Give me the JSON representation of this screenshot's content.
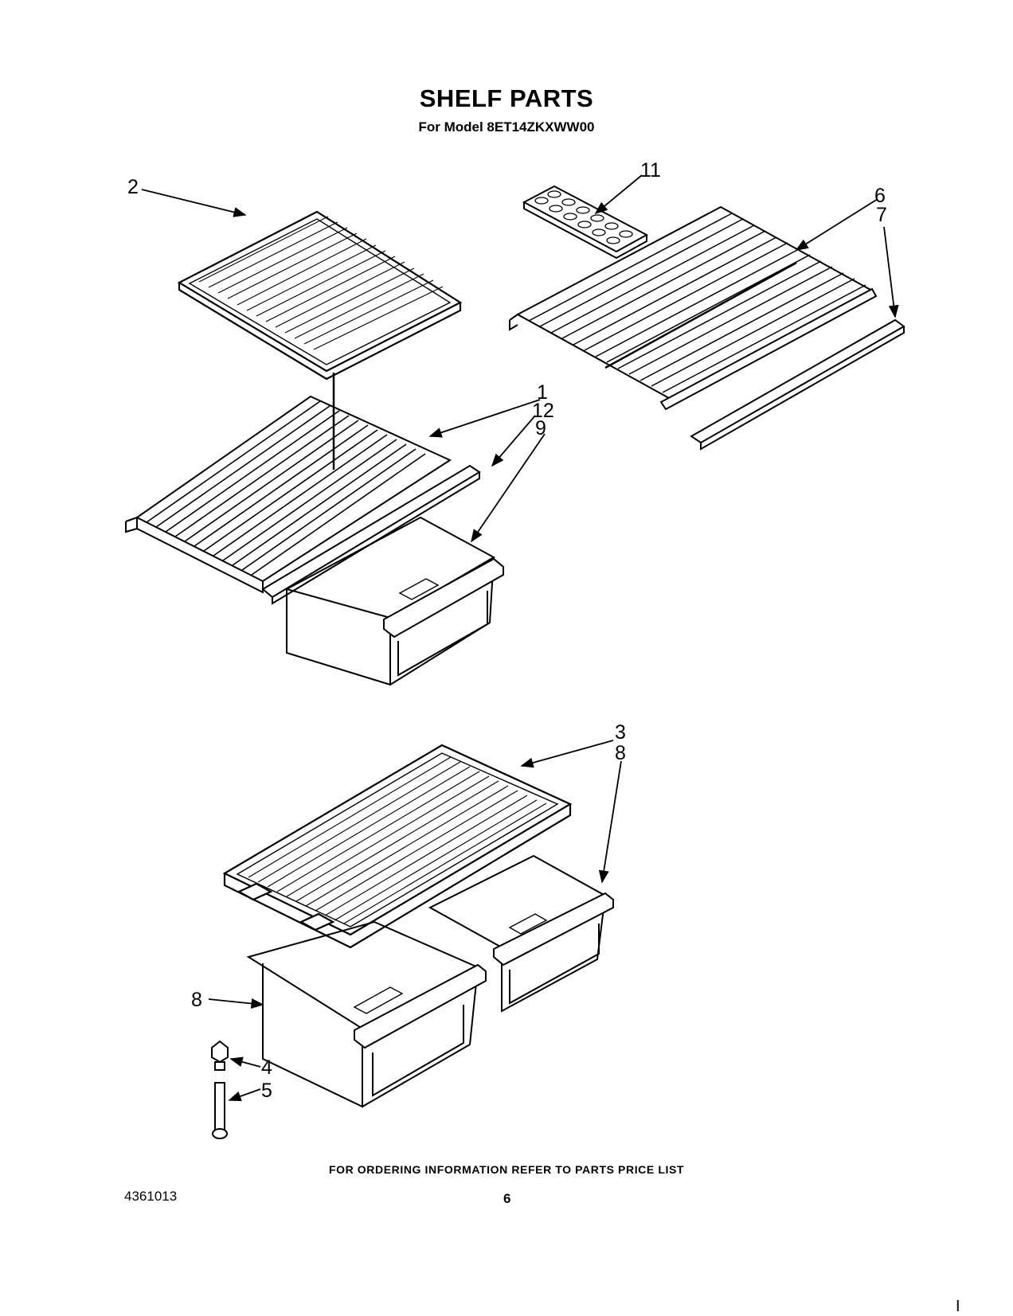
{
  "header": {
    "title": "SHELF PARTS",
    "model_line": "For Model 8ET14ZKXWW00"
  },
  "callouts": {
    "c1": "1",
    "c2": "2",
    "c3": "3",
    "c4": "4",
    "c5": "5",
    "c6": "6",
    "c7": "7",
    "c8a": "8",
    "c8b": "8",
    "c9": "9",
    "c11": "11",
    "c12": "12"
  },
  "footer": {
    "ordering_note": "FOR ORDERING INFORMATION REFER TO PARTS PRICE LIST",
    "doc_number": "4361013",
    "page_number": "6",
    "corner_mark": "I"
  }
}
